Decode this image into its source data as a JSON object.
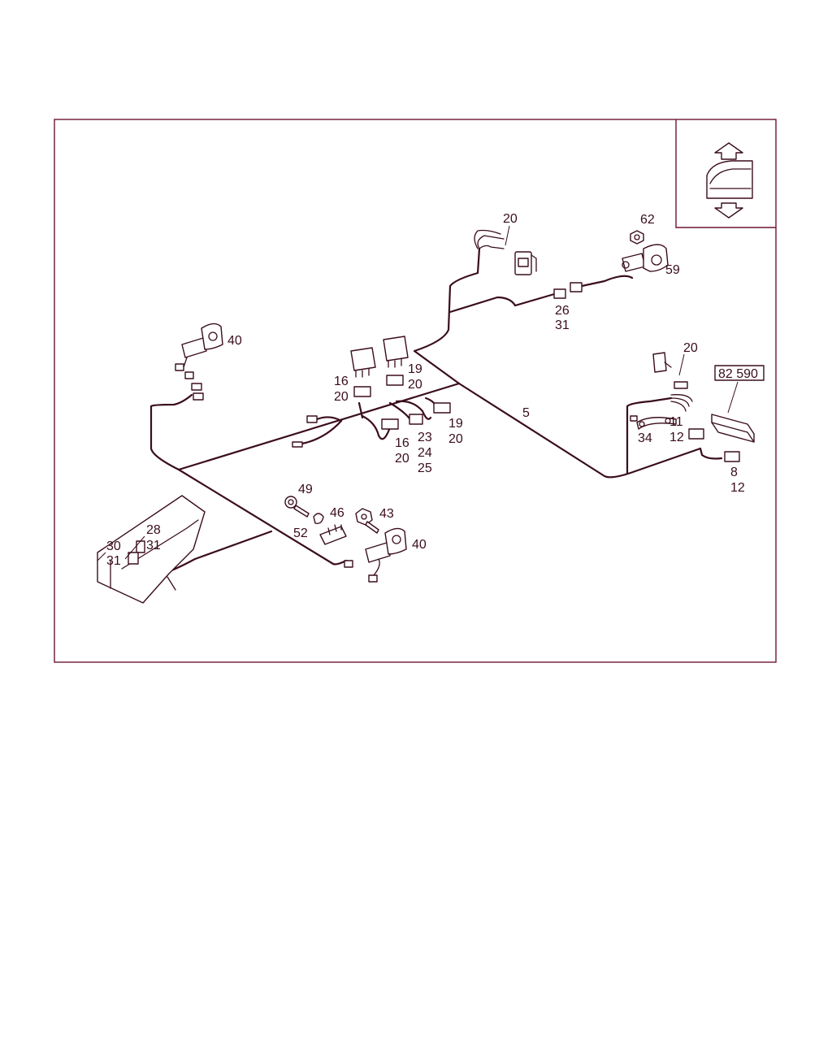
{
  "diagram": {
    "part_number": "82 590",
    "callouts": {
      "c20_top": "20",
      "c62": "62",
      "c59": "59",
      "c26": "26",
      "c31_a": "31",
      "c40_left": "40",
      "c16_a": "16",
      "c20_a": "20",
      "c19_a": "19",
      "c20_b": "20",
      "c19_b": "19",
      "c20_c": "20",
      "c16_b": "16",
      "c20_d": "20",
      "c23": "23",
      "c24": "24",
      "c25": "25",
      "c5": "5",
      "c20_right": "20",
      "c11": "11",
      "c12_a": "12",
      "c34": "34",
      "c8": "8",
      "c12_b": "12",
      "c49": "49",
      "c46": "46",
      "c43": "43",
      "c52": "52",
      "c40_right": "40",
      "c28": "28",
      "c31_b": "31",
      "c30": "30",
      "c31_c": "31"
    }
  }
}
